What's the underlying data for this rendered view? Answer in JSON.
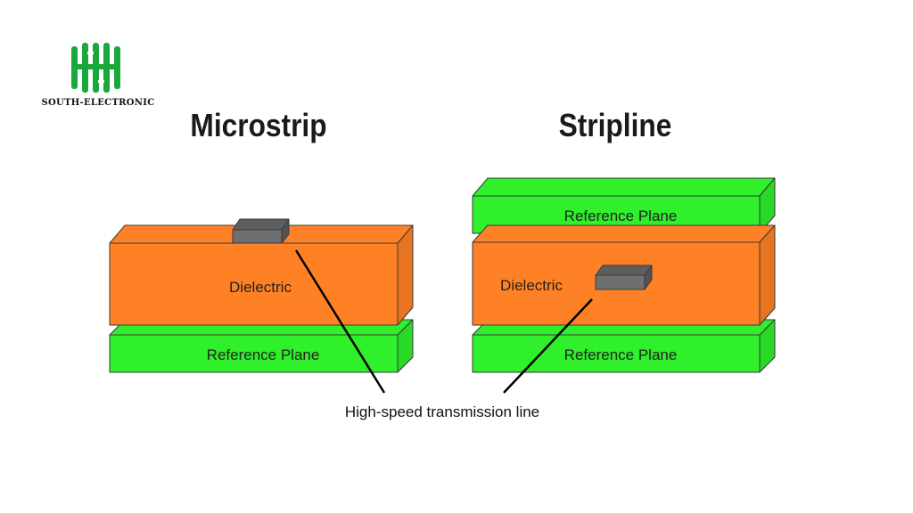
{
  "logo": {
    "text": "SOUTH-ELECTRONIC",
    "name": "south-electronic-logo"
  },
  "colors": {
    "dielectric": "#ff8125",
    "reference_plane": "#2ff02a",
    "trace": "#6f6f6f",
    "outline": "#3a3a3a",
    "logo_green": "#1aa83a"
  },
  "microstrip": {
    "title": "Microstrip",
    "dielectric_label": "Dielectric",
    "reference_label": "Reference Plane"
  },
  "stripline": {
    "title": "Stripline",
    "top_reference_label": "Reference Plane",
    "dielectric_label": "Dielectric",
    "bottom_reference_label": "Reference Plane"
  },
  "callout": {
    "label": "High-speed transmission line"
  }
}
